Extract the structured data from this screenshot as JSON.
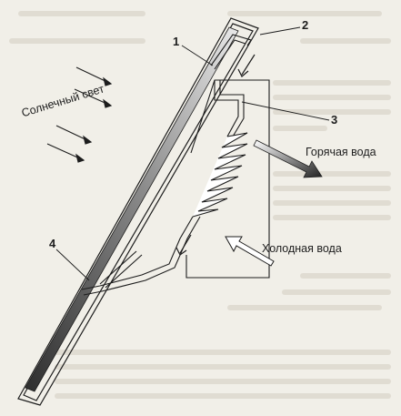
{
  "labels": {
    "sunlight": "Солнечный свет",
    "hot_water": "Горячая вода",
    "cold_water": "Холодная вода"
  },
  "callouts": {
    "n1": "1",
    "n2": "2",
    "n3": "3",
    "n4": "4"
  },
  "colors": {
    "background": "#f1efe8",
    "ink": "#1d1d1d",
    "absorber_dark": "#3a3a3a",
    "absorber_light": "#e6e6e6",
    "hot_arrow": "#444444",
    "cold_arrow": "#ffffff"
  }
}
